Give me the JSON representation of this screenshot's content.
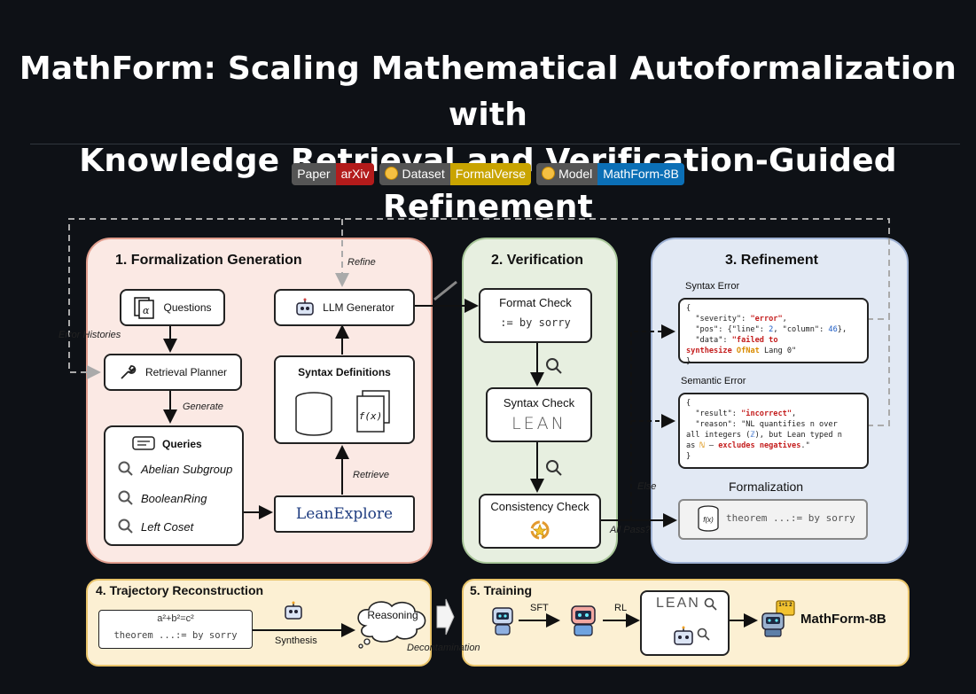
{
  "title_line1": "MathForm: Scaling Mathematical Autoformalization with",
  "title_line2": "Knowledge Retrieval and Verification-Guided Refinement",
  "badges": {
    "paper": {
      "key": "Paper",
      "value": "arXiv"
    },
    "dataset": {
      "key": "Dataset",
      "value": "FormalVerse"
    },
    "model": {
      "key": "Model",
      "value": "MathForm-8B"
    }
  },
  "panel1": {
    "title": "1. Formalization Generation",
    "questions": "Questions",
    "question_glyph": "α",
    "llm_generator": "LLM Generator",
    "retrieval_planner": "Retrieval Planner",
    "syntax_definitions": "Syntax Definitions",
    "fx": "f(x)",
    "queries_title": "Queries",
    "queries": [
      "Abelian Subgroup",
      "BooleanRing",
      "Left Coset"
    ],
    "leanexplore": "LeanExplore",
    "labels": {
      "refine": "Refine",
      "error_histories": "Error Histories",
      "generate": "Generate",
      "retrieve": "Retrieve"
    }
  },
  "panel2": {
    "title": "2. Verification",
    "format_check": "Format Check",
    "format_code": ":= by sorry",
    "syntax_check": "Syntax Check",
    "lean_logo": "LEAN",
    "consistency_check": "Consistency Check"
  },
  "panel3": {
    "title": "3.  Refinement",
    "syntax_error": "Syntax Error",
    "semantic_error": "Semantic Error",
    "formalization": "Formalization",
    "formalization_code": "theorem ...:= by sorry",
    "fx": "f(x)",
    "labels": {
      "else": "Else",
      "all_pass": "All Pass?"
    }
  },
  "panel4": {
    "title": "4. Trajectory Reconstruction",
    "equation": "a²+b²=c²",
    "theorem_code": "theorem ...:= by sorry",
    "synthesis": "Synthesis",
    "reasoning": "Reasoning",
    "decontamination": "Decontamination"
  },
  "panel5": {
    "title": "5. Training",
    "sft": "SFT",
    "rl": "RL",
    "lean_logo": "LEAN",
    "model": "MathForm-8B",
    "sign_text": "1+1 2"
  },
  "colors": {
    "accent_red": "#c41d1d",
    "accent_blue": "#1d5cc4",
    "accent_orange": "#d98b00"
  }
}
